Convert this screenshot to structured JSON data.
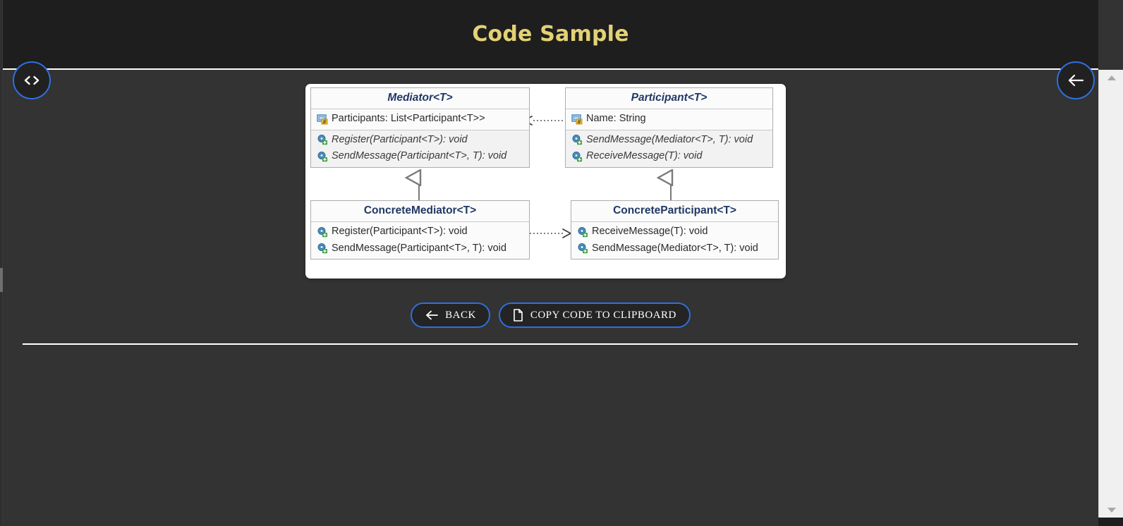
{
  "header": {
    "title": "Code Sample"
  },
  "fab": {
    "code_label": "<>",
    "code_icon": "code-brackets-icon",
    "back_icon": "arrow-left-icon",
    "accent_color": "#2f6fe0"
  },
  "diagram": {
    "type": "uml-class-diagram",
    "pattern": "Mediator",
    "classes": [
      {
        "id": "mediator",
        "title": "Mediator<T>",
        "abstract": true,
        "fields": [
          {
            "icon": "field-icon",
            "text": "Participants: List<Participant<T>>"
          }
        ],
        "methods": [
          {
            "icon": "method-icon",
            "text": "Register(Participant<T>): void",
            "abstract": true
          },
          {
            "icon": "method-icon",
            "text": "SendMessage(Participant<T>, T): void",
            "abstract": true
          }
        ]
      },
      {
        "id": "participant",
        "title": "Participant<T>",
        "abstract": true,
        "fields": [
          {
            "icon": "field-icon",
            "text": "Name: String"
          }
        ],
        "methods": [
          {
            "icon": "method-icon",
            "text": "SendMessage(Mediator<T>, T): void",
            "abstract": true
          },
          {
            "icon": "method-icon",
            "text": "ReceiveMessage(T): void",
            "abstract": true
          }
        ]
      },
      {
        "id": "concrete-mediator",
        "title": "ConcreteMediator<T>",
        "abstract": false,
        "fields": [],
        "methods": [
          {
            "icon": "method-icon",
            "text": "Register(Participant<T>): void",
            "abstract": false
          },
          {
            "icon": "method-icon",
            "text": "SendMessage(Participant<T>, T): void",
            "abstract": false
          }
        ]
      },
      {
        "id": "concrete-participant",
        "title": "ConcreteParticipant<T>",
        "abstract": false,
        "fields": [],
        "methods": [
          {
            "icon": "method-icon",
            "text": "ReceiveMessage(T): void",
            "abstract": false
          },
          {
            "icon": "method-icon",
            "text": "SendMessage(Mediator<T>, T): void",
            "abstract": false
          }
        ]
      }
    ],
    "relations": [
      {
        "id": "participant-to-mediator",
        "kind": "dependency-dotted-arrow",
        "from": "participant",
        "to": "mediator",
        "direction": "left"
      },
      {
        "id": "concrete-mediator-to-concrete-participant",
        "kind": "dependency-dotted-arrow",
        "from": "concrete-mediator",
        "to": "concrete-participant",
        "direction": "right"
      },
      {
        "id": "concrete-mediator-inherits-mediator",
        "kind": "generalization-hollow-triangle",
        "from": "concrete-mediator",
        "to": "mediator",
        "direction": "up"
      },
      {
        "id": "concrete-participant-inherits-participant",
        "kind": "generalization-hollow-triangle",
        "from": "concrete-participant",
        "to": "participant",
        "direction": "up"
      }
    ]
  },
  "actions": {
    "back_label": "BACK",
    "back_icon": "arrow-left-icon",
    "copy_label": "COPY CODE TO CLIPBOARD",
    "copy_icon": "clipboard-file-icon"
  },
  "scrollbar": {
    "up_icon": "chevron-up-icon",
    "down_icon": "chevron-down-icon"
  }
}
